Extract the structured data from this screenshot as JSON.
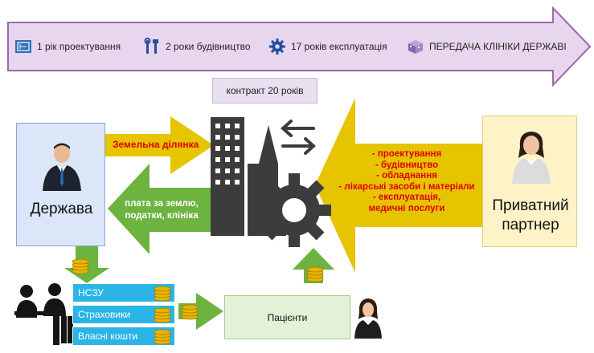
{
  "timeline": {
    "phases": [
      {
        "label": "1 рік проектування",
        "icon": "blueprint-icon"
      },
      {
        "label": "2 роки будівництво",
        "icon": "tools-icon"
      },
      {
        "label": "17 років експлуатація",
        "icon": "gear-icon"
      },
      {
        "label": "ПЕРЕДАЧА КЛІНІКИ ДЕРЖАВІ",
        "icon": "building-icon"
      }
    ]
  },
  "contract": "контракт 20 років",
  "state": {
    "label": "Держава",
    "icon": "businessman-icon"
  },
  "partner": {
    "label_line1": "Приватний",
    "label_line2": "партнер",
    "icon": "businesswoman-icon"
  },
  "arrows": {
    "land": "Земельна ділянка",
    "payment": [
      "плата за землю,",
      "податки, клініка"
    ],
    "partner_services": [
      "- проектування",
      "- будівництво",
      "- обладнання",
      "- лікарські засоби і матеріали",
      "- експлуатація,",
      "медичні послуги"
    ]
  },
  "funding": {
    "sources": [
      "НСЗУ",
      "Страховики",
      "Власні кошти"
    ],
    "coin_icon": "coins-icon"
  },
  "patients": {
    "label": "Пацієнти",
    "icon": "woman-icon"
  },
  "reception": {
    "icon": "reception-desk-icon"
  },
  "center": {
    "icon": "clinic-building-gear-icon",
    "exchange_icon": "exchange-arrows-icon"
  },
  "colors": {
    "timeline_fill": "#e8d6ee",
    "timeline_border": "#9b6aa8",
    "state_fill": "#dbe6f8",
    "partner_fill": "#fdf3c6",
    "yellow_arrow": "#e6c400",
    "green_arrow": "#6cb33f",
    "fund_blue": "#2bb4e6",
    "services_text": "#e00000"
  }
}
